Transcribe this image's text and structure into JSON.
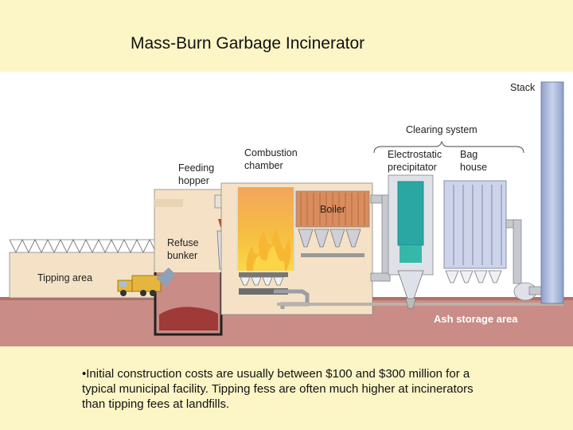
{
  "title": "Mass-Burn Garbage Incinerator",
  "diagram": {
    "labels": {
      "stack": "Stack",
      "clearing_system": "Clearing system",
      "electrostatic_line1": "Electrostatic",
      "electrostatic_line2": "precipitator",
      "bag_line1": "Bag",
      "bag_line2": "house",
      "combustion_line1": "Combustion",
      "combustion_line2": "chamber",
      "feeding_line1": "Feeding",
      "feeding_line2": "hopper",
      "boiler": "Boiler",
      "refuse_line1": "Refuse",
      "refuse_line2": "bunker",
      "tipping_area": "Tipping area",
      "ash_storage": "Ash storage area"
    }
  },
  "notes": "•Initial construction costs are usually between $100 and $300 million for a typical municipal facility.  Tipping fess are often much higher at incinerators than tipping fees at landfills."
}
